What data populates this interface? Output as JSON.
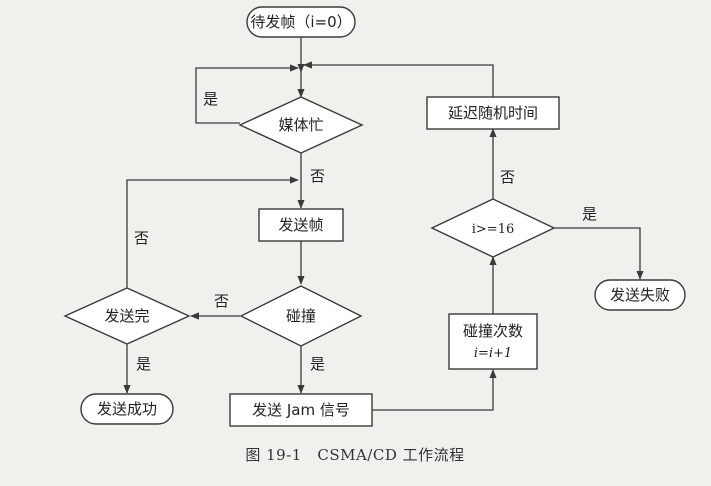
{
  "nodes": {
    "start": "待发帧（i=0）",
    "busy": "媒体忙",
    "send_frame": "发送帧",
    "collision": "碰撞",
    "send_done": "发送完",
    "success": "发送成功",
    "jam": "发送 Jam 信号",
    "count_line1": "碰撞次数",
    "count_line2": "i=i+1",
    "limit": "i>=16",
    "backoff": "延迟随机时间",
    "fail": "发送失败"
  },
  "edges": {
    "busy_yes": "是",
    "busy_no": "否",
    "collision_no": "否",
    "collision_yes": "是",
    "send_done_no": "否",
    "send_done_yes": "是",
    "limit_no": "否",
    "limit_yes": "是"
  },
  "caption": "图 19-1　CSMA/CD 工作流程"
}
